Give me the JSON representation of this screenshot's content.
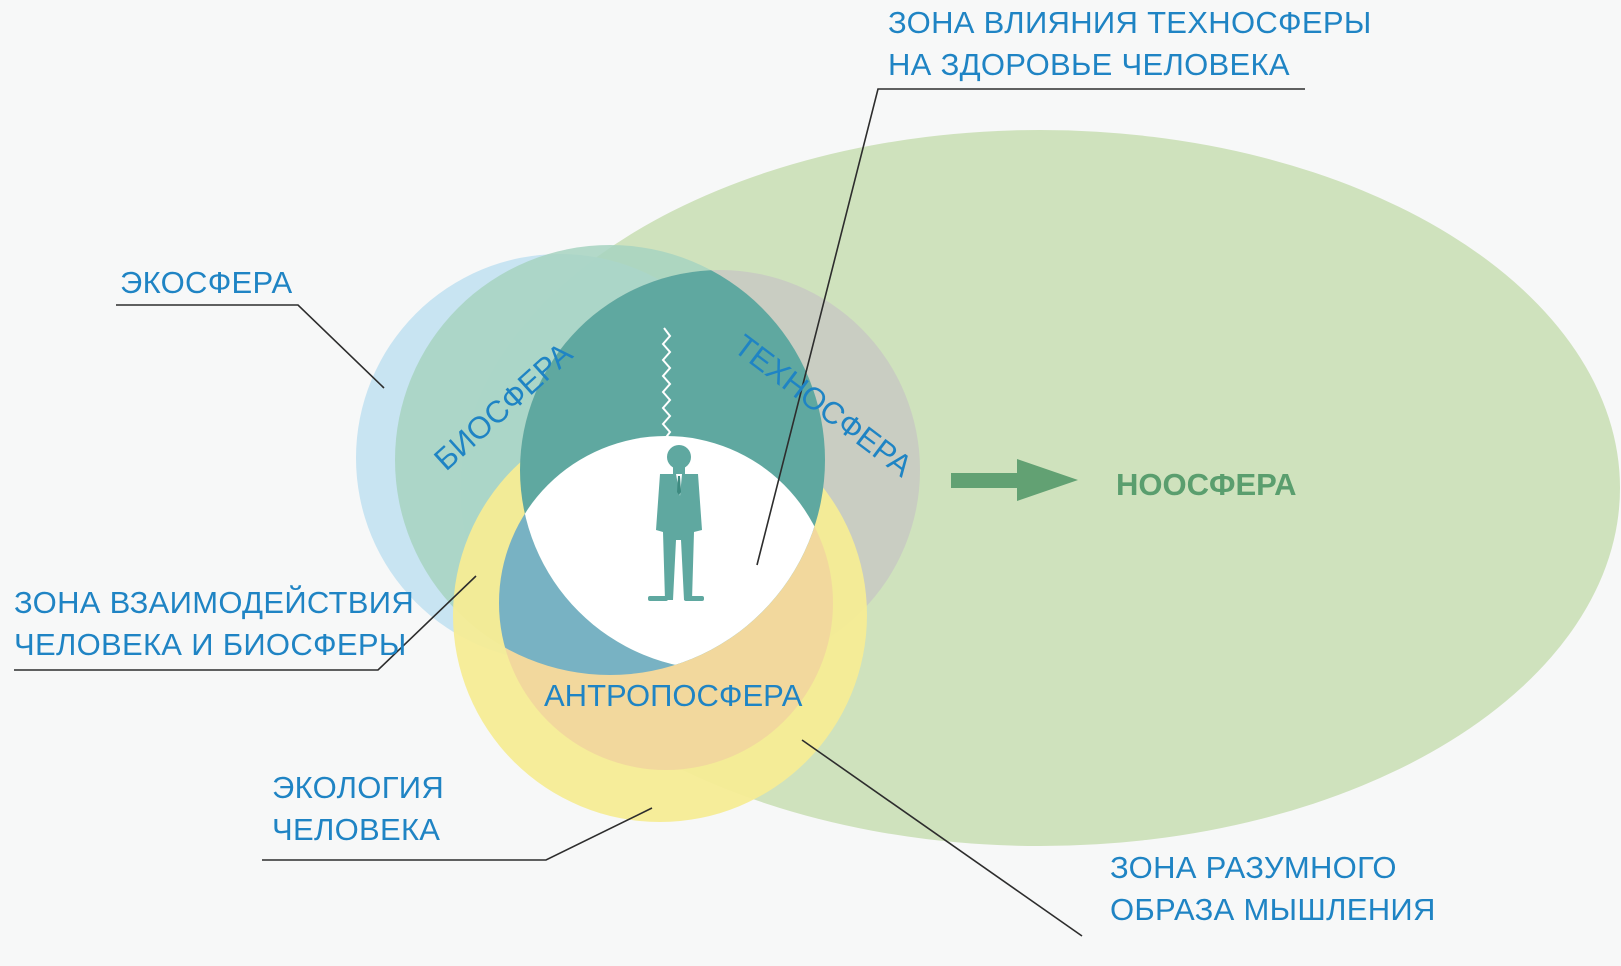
{
  "callouts": {
    "technosphere_health_zone": [
      "ЗОНА ВЛИЯНИЯ ТЕХНОСФЕРЫ",
      "НА ЗДОРОВЬЕ ЧЕЛОВЕКА"
    ],
    "ecosphere": [
      "ЭКОСФЕРА"
    ],
    "human_biosphere_interaction": [
      "ЗОНА ВЗАИМОДЕЙСТВИЯ",
      "ЧЕЛОВЕКА И БИОСФЕРЫ"
    ],
    "human_ecology": [
      "ЭКОЛОГИЯ",
      "ЧЕЛОВЕКА"
    ],
    "rational_thinking_zone": [
      "ЗОНА РАЗУМНОГО",
      "ОБРАЗА МЫШЛЕНИЯ"
    ]
  },
  "spheres": {
    "biosphere": "БИОСФЕРА",
    "technosphere": "ТЕХНОСФЕРА",
    "anthroposphere": "АНТРОПОСФЕРА",
    "noosphere": "НООСФЕРА"
  },
  "colors": {
    "ecosphere": "#c3e2f1",
    "biosphere": "#a7d3c1",
    "technosphere": "#c7c8c3",
    "anthroposphere_ring": "#f6ec95",
    "anthroposphere_core": "#f1d79d",
    "noosphere": "#cfe2bd",
    "human_biosphere_zone": "#78b2c3",
    "human_technosphere_zone": "#5fa8a0",
    "center": "#ffffff",
    "person": "#5fa8a0",
    "arrow": "#62a173",
    "text": "#1f84c4",
    "leader_line": "#2d2d2d"
  },
  "icons": {
    "person": "businessman-icon",
    "arrow": "arrow-right-icon"
  }
}
